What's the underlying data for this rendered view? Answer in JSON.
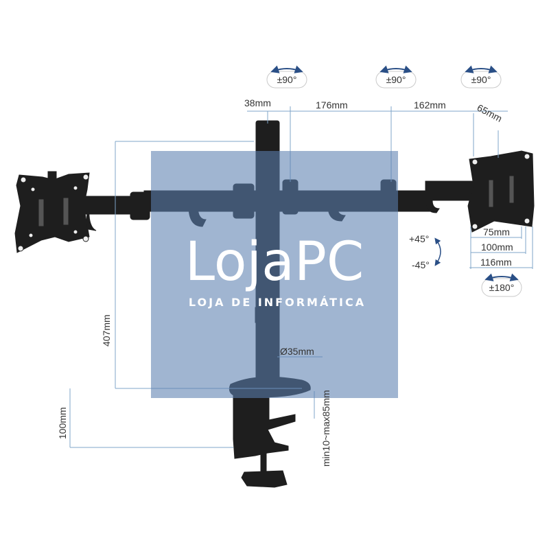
{
  "watermark": {
    "logo": "LojaPC",
    "tagline": "LOJA DE INFORMÁTICA",
    "overlay_color": "#5b7fb0"
  },
  "rotation_badges": {
    "left_head": "±90°",
    "mid_joint": "±90°",
    "right_head": "±90°",
    "swivel": "±180°"
  },
  "tilt": {
    "up": "+45°",
    "down": "-45°"
  },
  "dimensions": {
    "pole_to_joint": "38mm",
    "arm_inner": "176mm",
    "arm_outer": "162mm",
    "head_offset": "65mm",
    "height": "407mm",
    "pole_diameter": "Ø35mm",
    "clamp_depth": "100mm",
    "clamp_range": "min10~max85mm",
    "vesa_75": "75mm",
    "vesa_100": "100mm",
    "plate_width": "116mm"
  },
  "colors": {
    "metal": "#1e1e1e",
    "dimension_line": "#7fa6c9",
    "text": "#333333"
  }
}
